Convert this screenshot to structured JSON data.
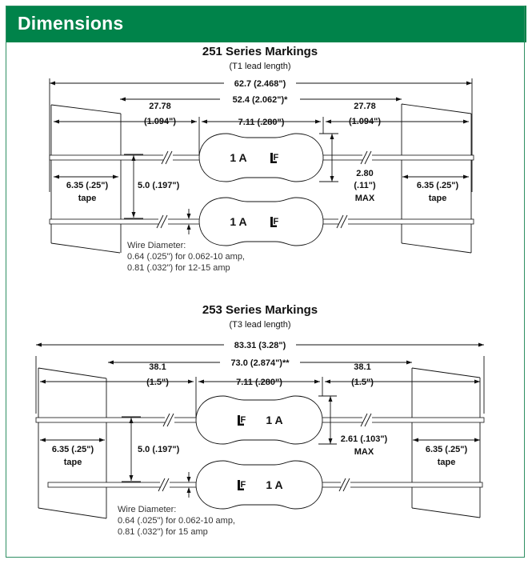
{
  "header": {
    "title": "Dimensions",
    "color": "#00834a"
  },
  "sections": [
    {
      "title": "251 Series Markings",
      "subtitle": "(T1 lead length)",
      "overall_length": "62.7 (2.468\")",
      "tape_to_tape": "52.4 (2.062\")*",
      "lead_left": [
        "27.78",
        "(1.094\")"
      ],
      "body_length": "7.11 (.280\")",
      "lead_right": [
        "27.78",
        "(1.094\")"
      ],
      "body_diameter": [
        "2.80",
        "(.11\")",
        "MAX"
      ],
      "tape_left": [
        "6.35 (.25\")",
        "tape"
      ],
      "tape_right": [
        "6.35 (.25\")",
        "tape"
      ],
      "pitch": "5.0 (.197\")",
      "wire_diameter": [
        "Wire Diameter:",
        "0.64 (.025\") for 0.062-10 amp,",
        "0.81 (.032\") for 12-15 amp"
      ],
      "marking_rating": "1 A",
      "marking_logo": "LF",
      "logo_first": false
    },
    {
      "title": "253 Series Markings",
      "subtitle": "(T3 lead length)",
      "overall_length": "83.31 (3.28\")",
      "tape_to_tape": "73.0 (2.874\")**",
      "lead_left": [
        "38.1",
        "(1.5\")"
      ],
      "body_length": "7.11 (.280\")",
      "lead_right": [
        "38.1",
        "(1.5\")"
      ],
      "body_diameter": [
        "2.61 (.103\")",
        "MAX"
      ],
      "tape_left": [
        "6.35 (.25\")",
        "tape"
      ],
      "tape_right": [
        "6.35 (.25\")",
        "tape"
      ],
      "pitch": "5.0 (.197\")",
      "wire_diameter": [
        "Wire Diameter:",
        "0.64 (.025\") for 0.062-10 amp,",
        "0.81 (.032\") for 15 amp"
      ],
      "marking_rating": "1 A",
      "marking_logo": "LF",
      "logo_first": true
    }
  ]
}
